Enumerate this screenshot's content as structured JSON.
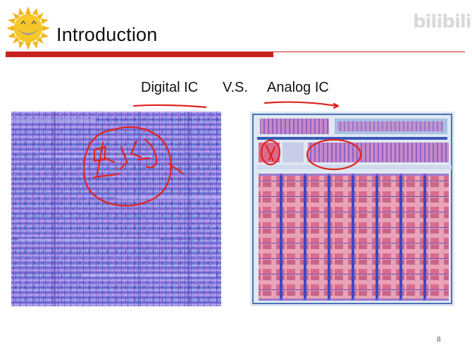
{
  "slide": {
    "title": "Introduction",
    "watermark": "bilibili",
    "page_number": "8"
  },
  "comparison": {
    "left_label": "Digital IC",
    "vs_label": "V.S.",
    "right_label": "Analog IC"
  },
  "images": {
    "left": "digital-ic-layout",
    "right": "analog-ic-layout"
  },
  "colors": {
    "accent_red": "#c8221f",
    "annotation_ink": "#e0231c",
    "layout_blue": "#7d73d6",
    "layout_pink": "#e88aa6"
  }
}
